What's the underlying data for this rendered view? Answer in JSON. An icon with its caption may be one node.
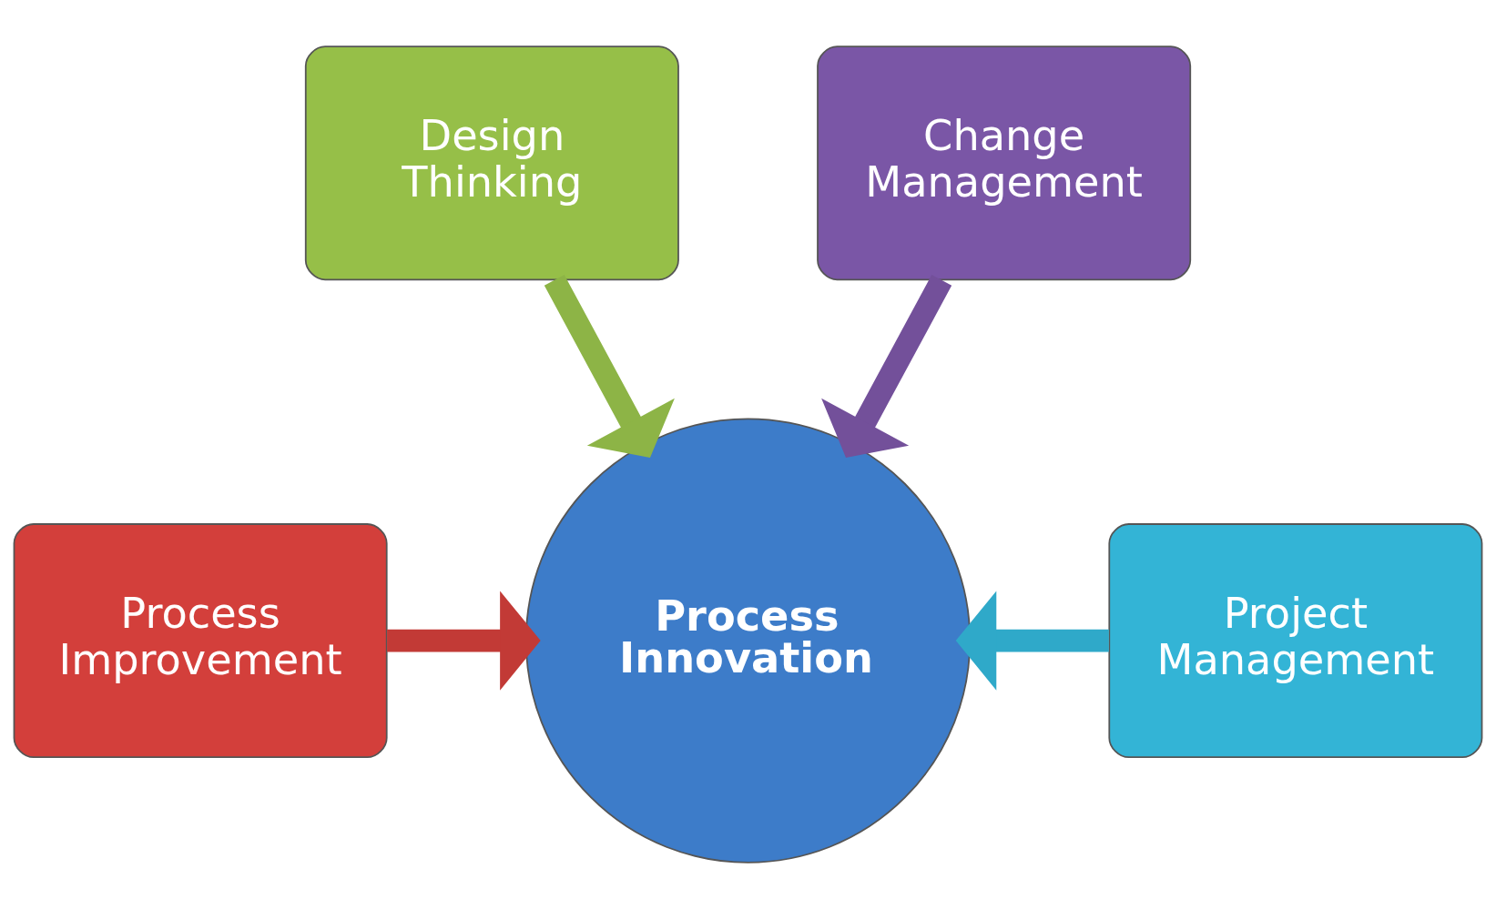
{
  "diagram": {
    "nodes": [
      {
        "text": [
          "Design Thinking"
        ]
      },
      {
        "text": [
          "Change Management"
        ]
      },
      {
        "text": [
          "Process Improvement"
        ]
      },
      {
        "text": [
          "Process Innovation"
        ]
      },
      {
        "text": [
          "Project Management"
        ]
      }
    ],
    "edges": [
      {
        "from": 0,
        "to": 3,
        "arrow": "to",
        "color": "#8db446"
      },
      {
        "from": 1,
        "to": 3,
        "arrow": "to",
        "color": "#73509a"
      },
      {
        "from": 2,
        "to": 3,
        "arrow": "to",
        "color": "#c23a36"
      },
      {
        "from": 4,
        "to": 3,
        "arrow": "to",
        "color": "#2fa9c9"
      }
    ]
  }
}
